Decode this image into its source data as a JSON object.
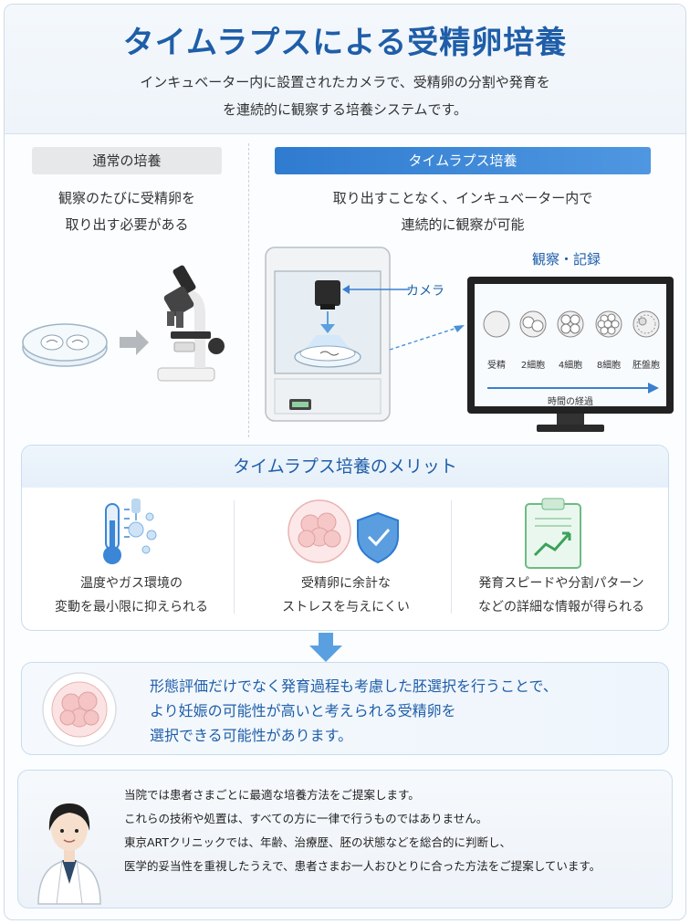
{
  "header": {
    "title": "タイムラプスによる受精卵培養",
    "subtitle_line1": "インキュベーター内に設置されたカメラで、受精卵の分割や発育を",
    "subtitle_line2": "を連続的に観察する培養システムです。"
  },
  "normal": {
    "label": "通常の培養",
    "desc_line1": "観察のたびに受精卵を",
    "desc_line2": "取り出す必要がある"
  },
  "timelapse": {
    "label": "タイムラプス培養",
    "desc_line1": "取り出すことなく、インキュベーター内で",
    "desc_line2": "連続的に観察が可能",
    "camera_label": "カメラ",
    "monitor_title": "観察・記録",
    "stages": [
      "受精",
      "2細胞",
      "4細胞",
      "8細胞",
      "胚盤胞"
    ],
    "time_label": "時間の経過"
  },
  "merits": {
    "title": "タイムラプス培養のメリット",
    "items": [
      {
        "line1": "温度やガス環境の",
        "line2": "変動を最小限に抑えられる",
        "icon": "thermometer-icon"
      },
      {
        "line1": "受精卵に余計な",
        "line2": "ストレスを与えにくい",
        "icon": "embryo-shield-icon"
      },
      {
        "line1": "発育スピードや分割パターン",
        "line2": "などの詳細な情報が得られる",
        "icon": "clipboard-chart-icon"
      }
    ]
  },
  "result": {
    "line1": "形態評価だけでなく発育過程も考慮した胚選択を行うことで、",
    "line2": "より妊娠の可能性が高いと考えられる受精卵を",
    "line3": "選択できる可能性があります。"
  },
  "doctor": {
    "line1": "当院では患者さまごとに最適な培養方法をご提案します。",
    "line2": "これらの技術や処置は、すべての方に一律で行うものではありません。",
    "line3": "東京ARTクリニックでは、年齢、治療歴、胚の状態などを総合的に判断し、",
    "line4": "医学的妥当性を重視したうえで、患者さまお一人おひとりに合った方法をご提案しています。"
  },
  "colors": {
    "accent": "#1f5ea8",
    "blue_pill": "#3b86d6",
    "border": "#c9dcee"
  }
}
